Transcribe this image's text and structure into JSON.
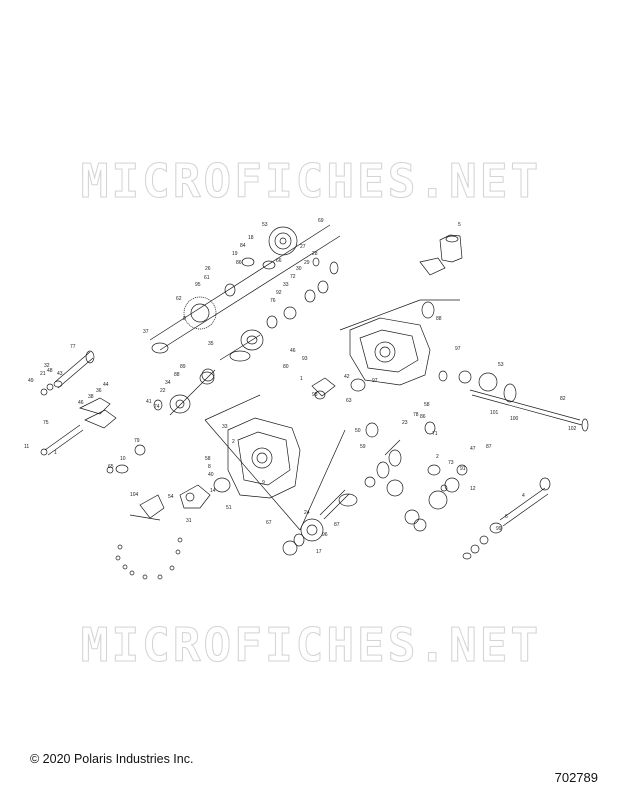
{
  "watermark_text": "MICROFICHES.NET",
  "copyright": "© 2020 Polaris Industries Inc.",
  "document_number": "702789",
  "callouts": [
    "69",
    "53",
    "18",
    "84",
    "19",
    "66",
    "86",
    "26",
    "61",
    "95",
    "62",
    "8",
    "37",
    "35",
    "27",
    "28",
    "29",
    "30",
    "72",
    "33",
    "92",
    "76",
    "77",
    "32",
    "21",
    "49",
    "48",
    "43",
    "44",
    "36",
    "38",
    "46",
    "75",
    "11",
    "1",
    "65",
    "10",
    "79",
    "89",
    "88",
    "34",
    "22",
    "74",
    "41",
    "23",
    "78",
    "12",
    "59",
    "50",
    "46",
    "93",
    "80",
    "42",
    "97",
    "1",
    "93",
    "97",
    "88",
    "53",
    "102",
    "101",
    "100",
    "82",
    "63",
    "33",
    "2",
    "58",
    "8",
    "40",
    "14",
    "24",
    "17",
    "96",
    "87",
    "67",
    "51",
    "9",
    "54",
    "104",
    "31",
    "58",
    "86",
    "71",
    "2",
    "73",
    "91",
    "47",
    "87",
    "4",
    "6",
    "99",
    "5"
  ],
  "colors": {
    "ink": "#1a1a1a",
    "watermark": "#d4d4d4",
    "background": "#ffffff"
  }
}
